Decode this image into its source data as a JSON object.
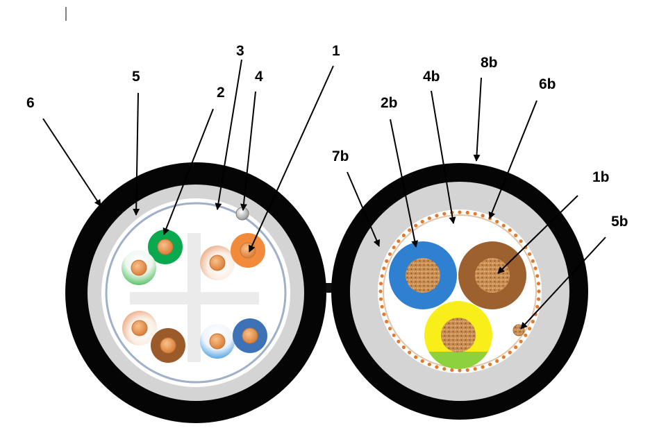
{
  "labels": {
    "l1": "1",
    "l2": "2",
    "l3": "3",
    "l4": "4",
    "l5": "5",
    "l6": "6",
    "r1": "1b",
    "r2": "2b",
    "r4": "4b",
    "r5": "5b",
    "r6": "6b",
    "r7": "7b",
    "r8": "8b"
  },
  "colors": {
    "outer_jacket": "#050505",
    "filler": "#d4d4d4",
    "shield": "#9fb0c8",
    "copper": "#e39a5a",
    "pair_green": "#0aa84f",
    "pair_orange": "#f18b3b",
    "pair_brown": "#9b5a2a",
    "pair_blue": "#3d72b6",
    "power_blue": "#2f80d0",
    "power_brown": "#9d6130",
    "power_yellow": "#f7ee1a",
    "power_green": "#8cd23f",
    "braid": "#e07a2e"
  }
}
